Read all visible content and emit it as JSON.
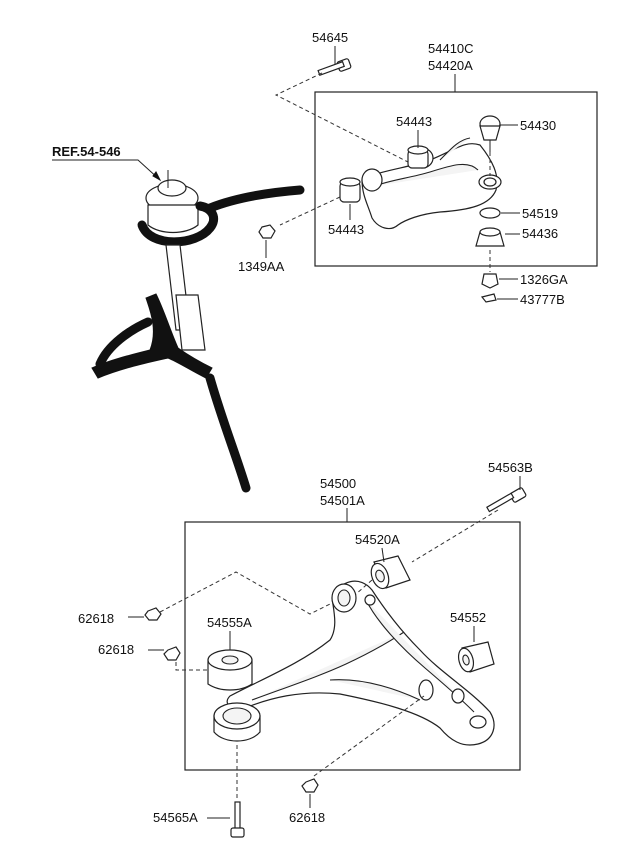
{
  "reference": {
    "label": "REF.54-546"
  },
  "upper_arm": {
    "title_line1": "54410C",
    "title_line2": "54420A",
    "parts": {
      "bolt_top": "54645",
      "bushing_upper": "54443",
      "bushing_lower": "54443",
      "ball_joint": "54430",
      "snap_ring": "54519",
      "dust_boot": "54436",
      "nut_side": "1349AA",
      "nut_bottom": "1326GA",
      "cotter_pin": "43777B"
    }
  },
  "lower_arm": {
    "title_line1": "54500",
    "title_line2": "54501A",
    "parts": {
      "bolt_right": "54563B",
      "bushing_front": "54520A",
      "bushing_left": "54555A",
      "bushing_right": "54552",
      "nut_a": "62618",
      "nut_b": "62618",
      "nut_c": "62618",
      "bolt_bottom": "54565A"
    }
  }
}
